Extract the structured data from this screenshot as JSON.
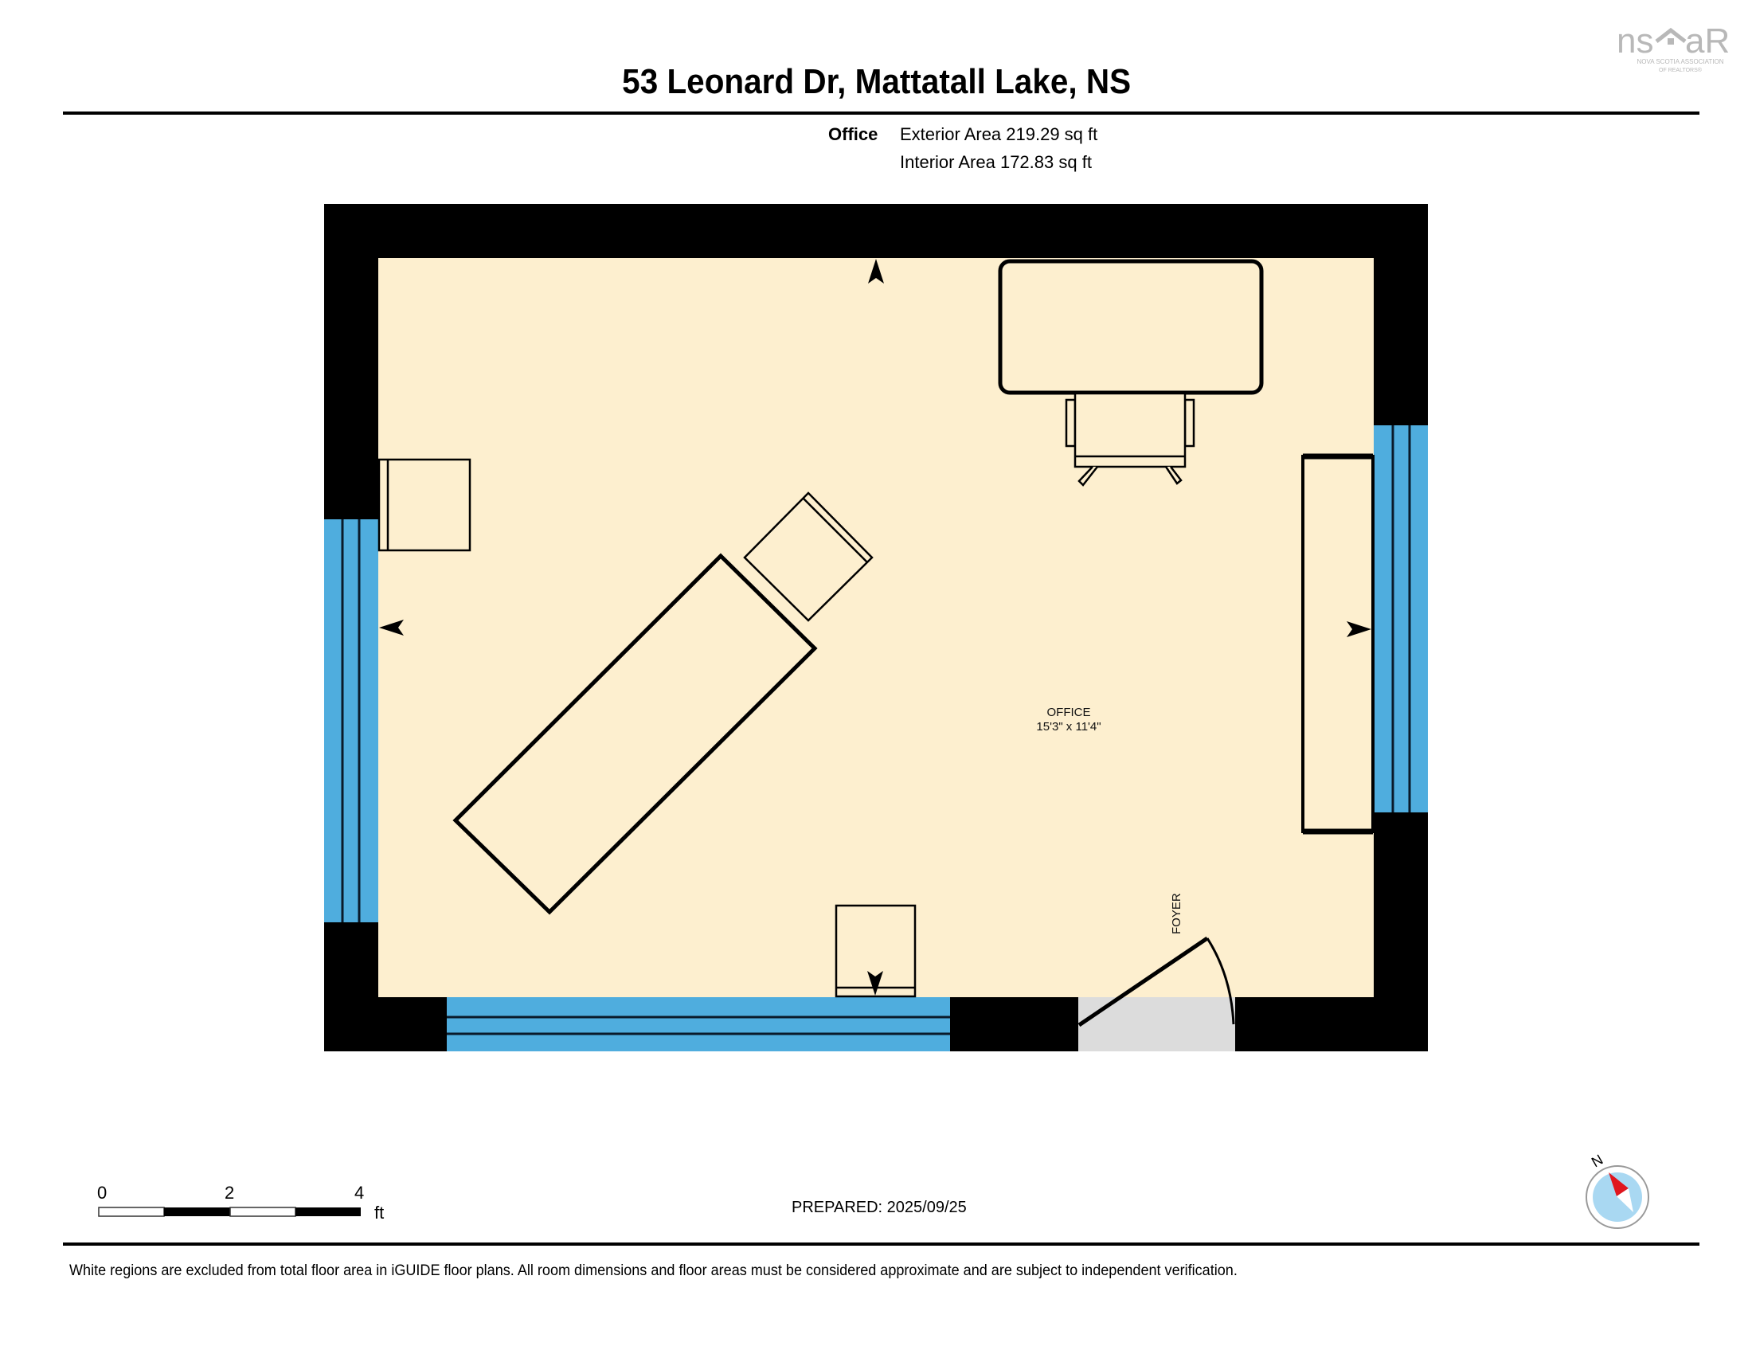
{
  "header": {
    "title": "53 Leonard Dr, Mattatall Lake, NS",
    "logo_text": "nsar",
    "logo_sub1": "NOVA SCOTIA ASSOCIATION",
    "logo_sub2": "OF REALTORS®"
  },
  "summary": {
    "room": "Office",
    "exterior_area": "Exterior Area 219.29 sq ft",
    "interior_area": "Interior Area 172.83 sq ft"
  },
  "plan": {
    "room_label": "OFFICE",
    "room_dimensions": "15'3\" x 11'4\"",
    "foyer_label": "FOYER",
    "colors": {
      "floor": "#FDEFCF",
      "wall": "#000000",
      "window": "#4FADDE",
      "excluded": "#DCDCDC"
    }
  },
  "scale": {
    "labels": [
      "0",
      "2",
      "4"
    ],
    "unit": "ft"
  },
  "compass": {
    "label": "N"
  },
  "prepared": "PREPARED: 2025/09/25",
  "footer": "White regions are excluded from total floor area in iGUIDE floor plans. All room dimensions and floor areas must be considered approximate and are subject to independent verification."
}
